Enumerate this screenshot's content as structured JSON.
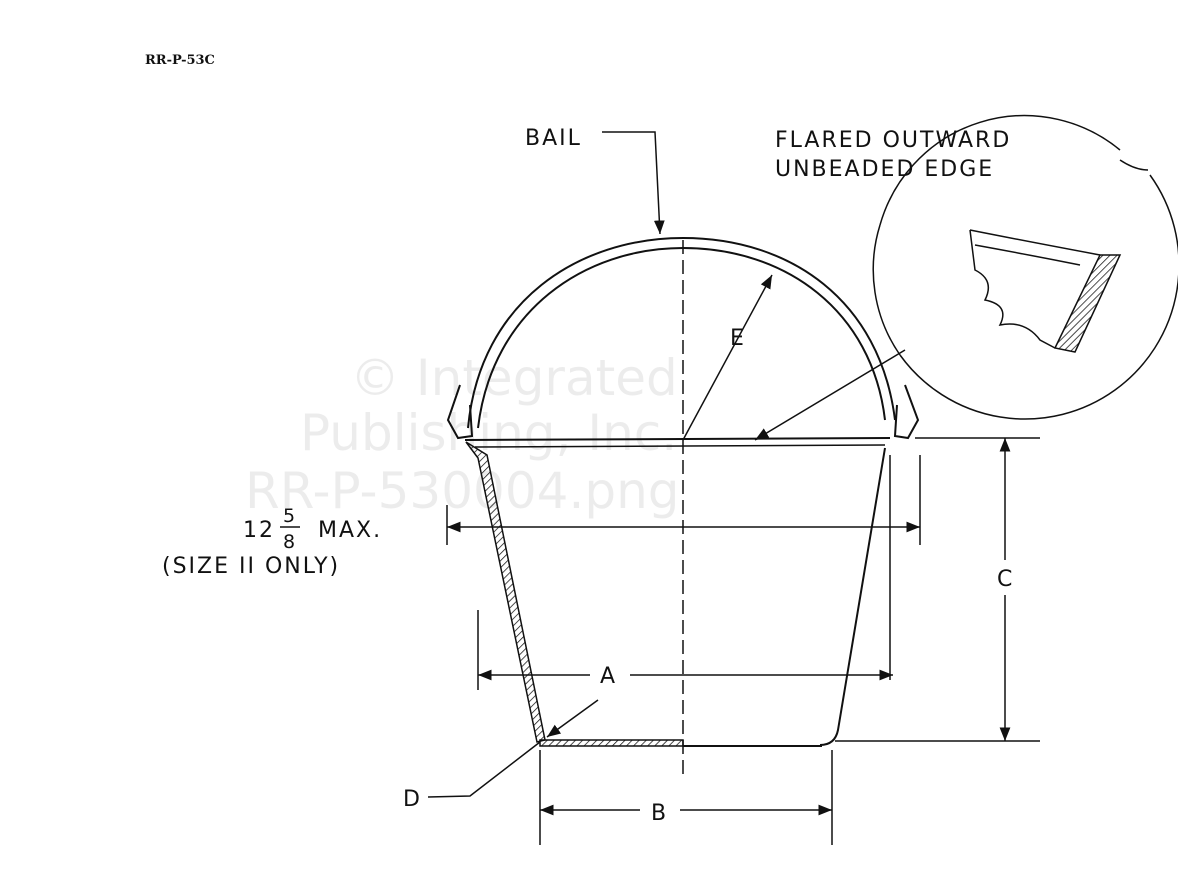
{
  "document_id": "RR-P-53C",
  "labels": {
    "bail": "BAIL",
    "detail_line1": "FLARED OUTWARD",
    "detail_line2": "UNBEADED EDGE",
    "max_whole": "12",
    "max_num": "5",
    "max_den": "8",
    "max_suffix": "MAX.",
    "size_note": "(SIZE II ONLY)",
    "dim_a": "A",
    "dim_b": "B",
    "dim_c": "C",
    "dim_d": "D",
    "dim_e": "E"
  },
  "watermark": {
    "line1": "© Integrated",
    "line2": "Publishing, Inc.",
    "line3": "RR-P-530004.png"
  }
}
